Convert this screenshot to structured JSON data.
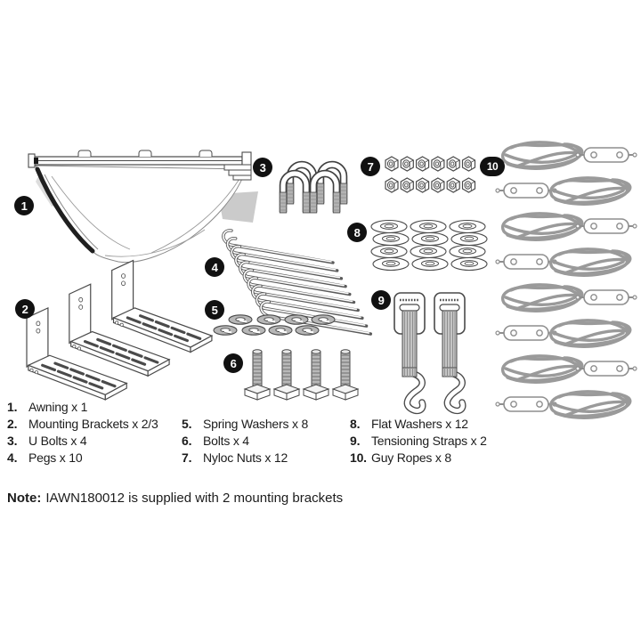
{
  "badges": [
    "1",
    "2",
    "3",
    "4",
    "5",
    "6",
    "7",
    "8",
    "9",
    "10"
  ],
  "parts_list": {
    "column1": [
      {
        "num": "1.",
        "label": "Awning x 1"
      },
      {
        "num": "2.",
        "label": "Mounting Brackets x 2/3"
      },
      {
        "num": "3.",
        "label": "U Bolts x 4"
      },
      {
        "num": "4.",
        "label": "Pegs x 10"
      }
    ],
    "column2": [
      {
        "num": "5.",
        "label": "Spring Washers x 8"
      },
      {
        "num": "6.",
        "label": "Bolts x 4"
      },
      {
        "num": "7.",
        "label": "Nyloc Nuts x 12"
      }
    ],
    "column3": [
      {
        "num": "8.",
        "label": "Flat Washers x 12"
      },
      {
        "num": "9.",
        "label": "Tensioning Straps x 2"
      },
      {
        "num": "10.",
        "label": "Guy Ropes x 8"
      }
    ]
  },
  "note": {
    "label": "Note:",
    "text": "IAWN180012 is supplied with 2 mounting brackets"
  },
  "colors": {
    "page_bg": "#ffffff",
    "outline": "#4a4a4a",
    "metal_gray": "#b3b3b3",
    "rope_gray": "#9a9a9a",
    "shade_gray": "#cbcbcb",
    "badge_bg": "#111111",
    "badge_text": "#ffffff",
    "text": "#1c1c1c"
  }
}
